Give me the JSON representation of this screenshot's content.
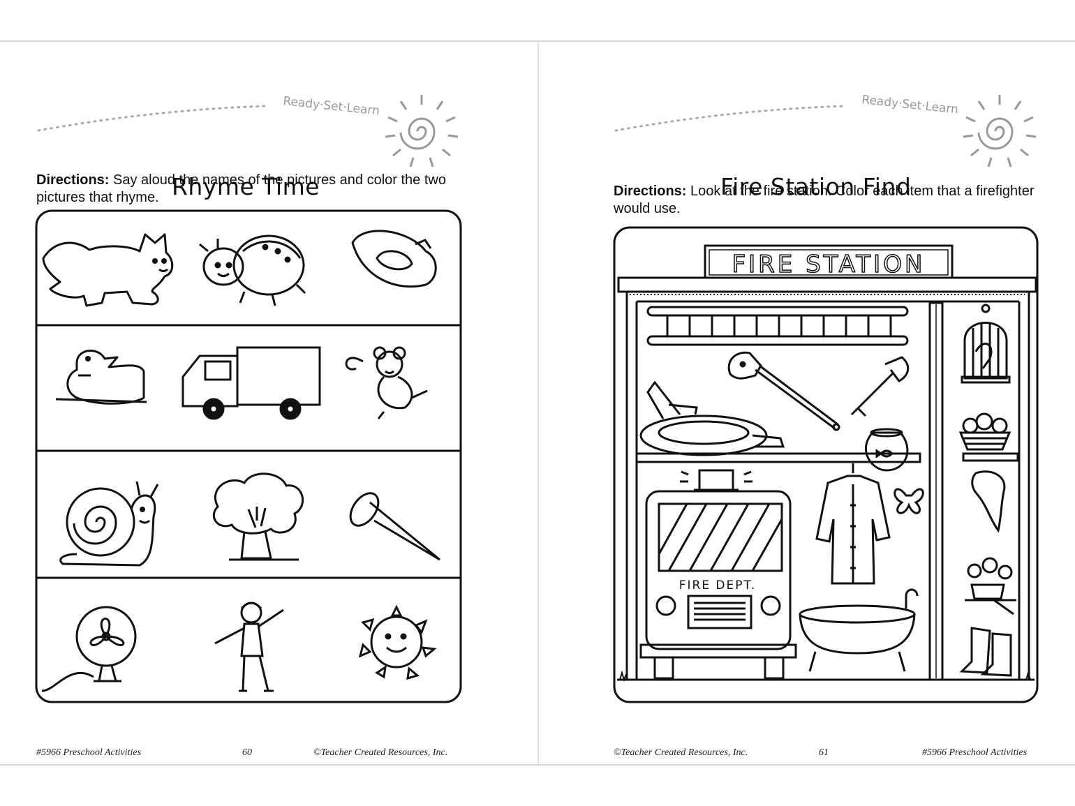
{
  "pages": [
    {
      "brand": "Ready·Set·Learn",
      "title": "Rhyme Time",
      "directions_label": "Directions:",
      "directions_text": "Say aloud the names of the pictures and color the two pictures that rhyme.",
      "pictures": [
        [
          "cat-icon",
          "bug-icon",
          "hat-icon"
        ],
        [
          "duck-icon",
          "truck-icon",
          "mouse-icon"
        ],
        [
          "snail-icon",
          "tree-icon",
          "nail-icon"
        ],
        [
          "fan-icon",
          "boy-icon",
          "sun-icon"
        ]
      ],
      "footer": {
        "left": "#5966 Preschool Activities",
        "page_number": "60",
        "right": "©Teacher Created Resources, Inc."
      }
    },
    {
      "brand": "Ready·Set·Learn",
      "title": "Fire Station Find",
      "directions_label": "Directions:",
      "directions_text": "Look at the fire station.  Color each item that a firefighter would use.",
      "sign_text": "FIRE STATION",
      "truck_text": "FIRE DEPT.",
      "footer": {
        "left": "©Teacher Created Resources, Inc.",
        "page_number": "61",
        "right": "#5966 Preschool Activities"
      }
    }
  ]
}
